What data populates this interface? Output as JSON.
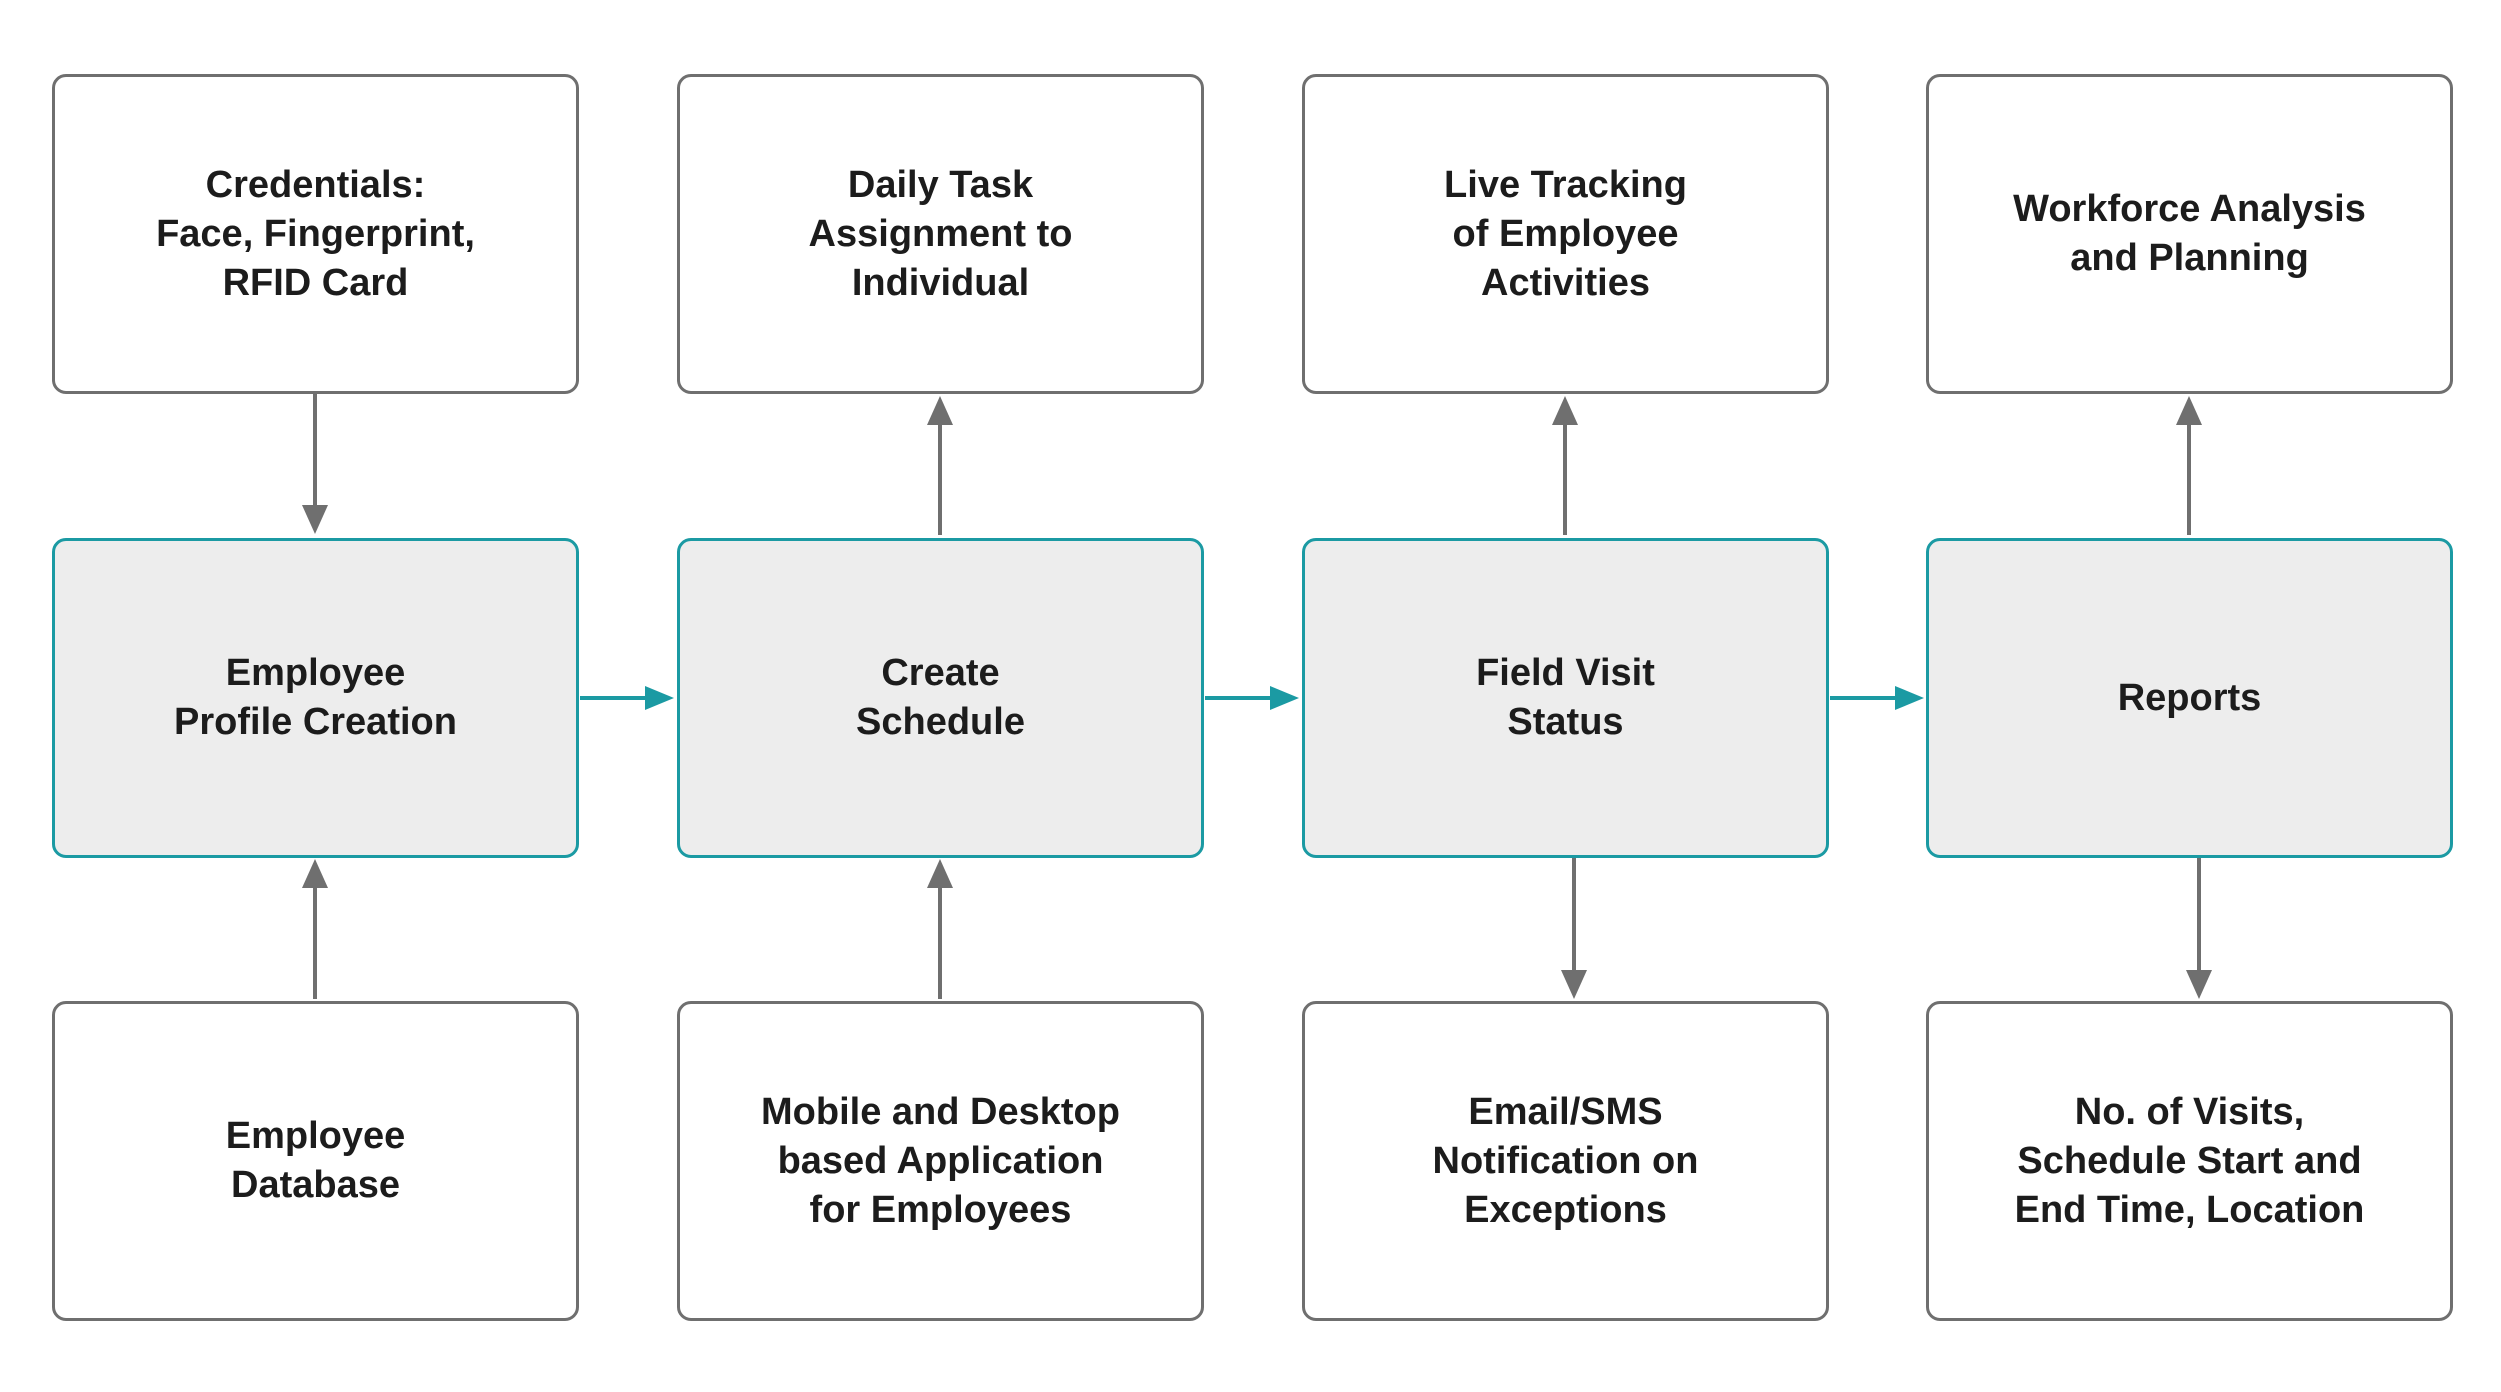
{
  "colors": {
    "process_border": "#1b9aa3",
    "process_fill": "#ededed",
    "box_border": "#6f6f6f",
    "arrow_gray": "#6f6f6f",
    "arrow_teal": "#1b9aa3",
    "text": "#1c1c1c"
  },
  "top_row": [
    {
      "lines": [
        "Credentials:",
        "Face, Fingerprint,",
        "RFID Card"
      ]
    },
    {
      "lines": [
        "Daily Task",
        "Assignment to",
        "Individual"
      ]
    },
    {
      "lines": [
        "Live Tracking",
        "of Employee",
        "Activities"
      ]
    },
    {
      "lines": [
        "Workforce Analysis",
        "and Planning"
      ]
    }
  ],
  "process_row": [
    {
      "lines": [
        "Employee",
        "Profile Creation"
      ]
    },
    {
      "lines": [
        "Create",
        "Schedule"
      ]
    },
    {
      "lines": [
        "Field Visit",
        "Status"
      ]
    },
    {
      "lines": [
        "Reports"
      ]
    }
  ],
  "bottom_row": [
    {
      "lines": [
        "Employee",
        "Database"
      ]
    },
    {
      "lines": [
        "Mobile and Desktop",
        "based Application",
        "for Employees"
      ]
    },
    {
      "lines": [
        "Email/SMS",
        "Notification on",
        "Exceptions"
      ]
    },
    {
      "lines": [
        "No. of Visits,",
        "Schedule Start and",
        "End Time, Location"
      ]
    }
  ],
  "connections": {
    "vertical": [
      {
        "from": "top_row.0",
        "to": "process_row.0"
      },
      {
        "from": "process_row.1",
        "to": "top_row.1"
      },
      {
        "from": "process_row.2",
        "to": "top_row.2"
      },
      {
        "from": "process_row.3",
        "to": "top_row.3"
      },
      {
        "from": "bottom_row.0",
        "to": "process_row.0"
      },
      {
        "from": "bottom_row.1",
        "to": "process_row.1"
      },
      {
        "from": "process_row.2",
        "to": "bottom_row.2"
      },
      {
        "from": "process_row.3",
        "to": "bottom_row.3"
      }
    ],
    "horizontal": [
      {
        "from": "process_row.0",
        "to": "process_row.1"
      },
      {
        "from": "process_row.1",
        "to": "process_row.2"
      },
      {
        "from": "process_row.2",
        "to": "process_row.3"
      }
    ]
  }
}
